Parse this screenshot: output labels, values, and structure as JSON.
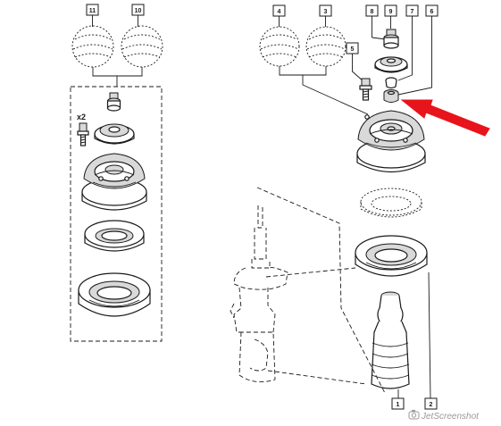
{
  "callouts": {
    "c1": "1",
    "c2": "2",
    "c3": "3",
    "c4": "4",
    "c5": "5",
    "c6": "6",
    "c7": "7",
    "c8": "8",
    "c9": "9",
    "c10": "10",
    "c11": "11"
  },
  "quantity_label": "x2",
  "watermark": "JetScreenshot",
  "colors": {
    "line": "#1a1a1a",
    "arrow": "#e8141b",
    "shade": "#d9d9d9",
    "background": "#ffffff"
  },
  "icons": {
    "arrow": "red-pointer-arrow",
    "watermark_logo": "camera-icon"
  }
}
